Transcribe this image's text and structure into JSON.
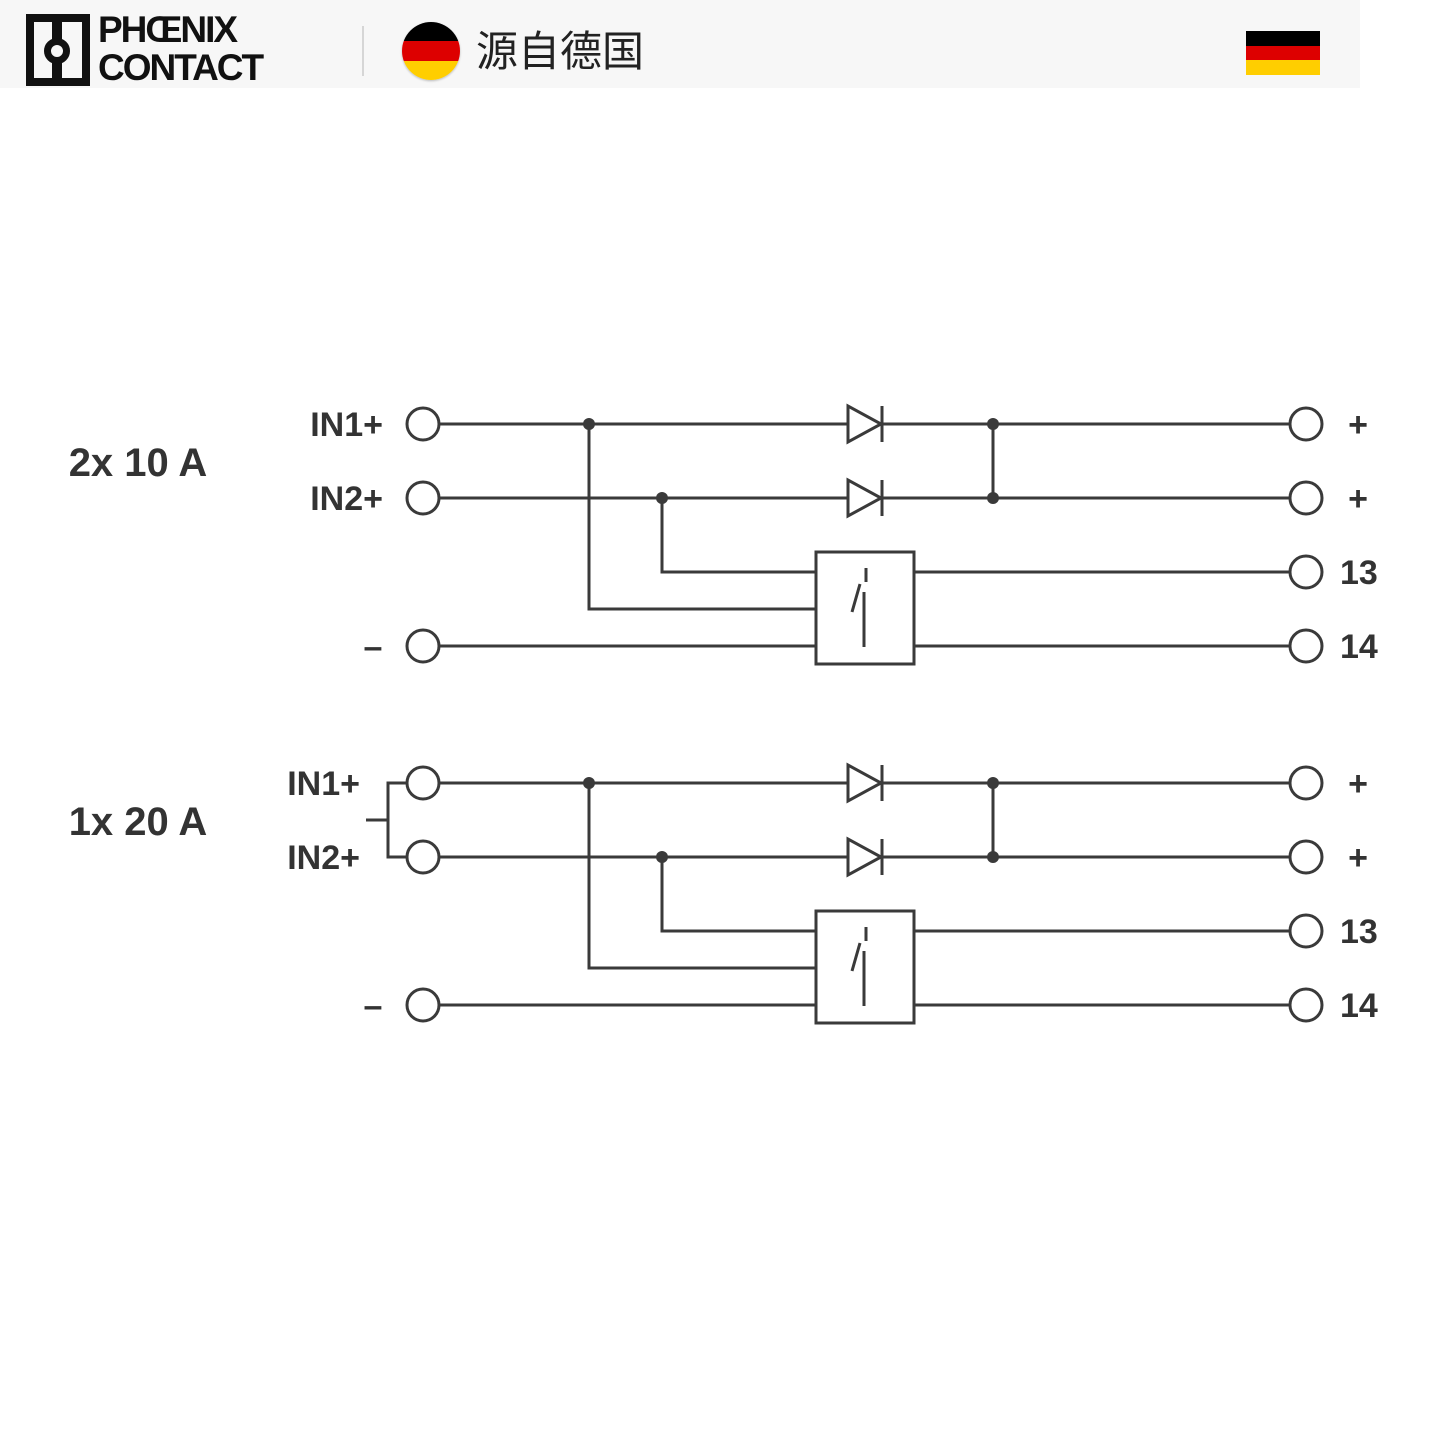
{
  "header": {
    "brand_line1": "PHŒNIX",
    "brand_line2": "CONTACT",
    "origin_text": "源自德国",
    "flag_colors": [
      "#000000",
      "#dd0000",
      "#ffce00"
    ]
  },
  "diagram": {
    "sections": [
      {
        "title": "2x 10 A",
        "inputs": [
          "IN1+",
          "IN2+"
        ],
        "minus_label": "–",
        "outputs": [
          "+",
          "+",
          "13",
          "14"
        ],
        "inputs_bridged": false
      },
      {
        "title": "1x 20 A",
        "inputs": [
          "IN1+",
          "IN2+"
        ],
        "minus_label": "–",
        "outputs": [
          "+",
          "+",
          "13",
          "14"
        ],
        "inputs_bridged": true
      }
    ]
  }
}
